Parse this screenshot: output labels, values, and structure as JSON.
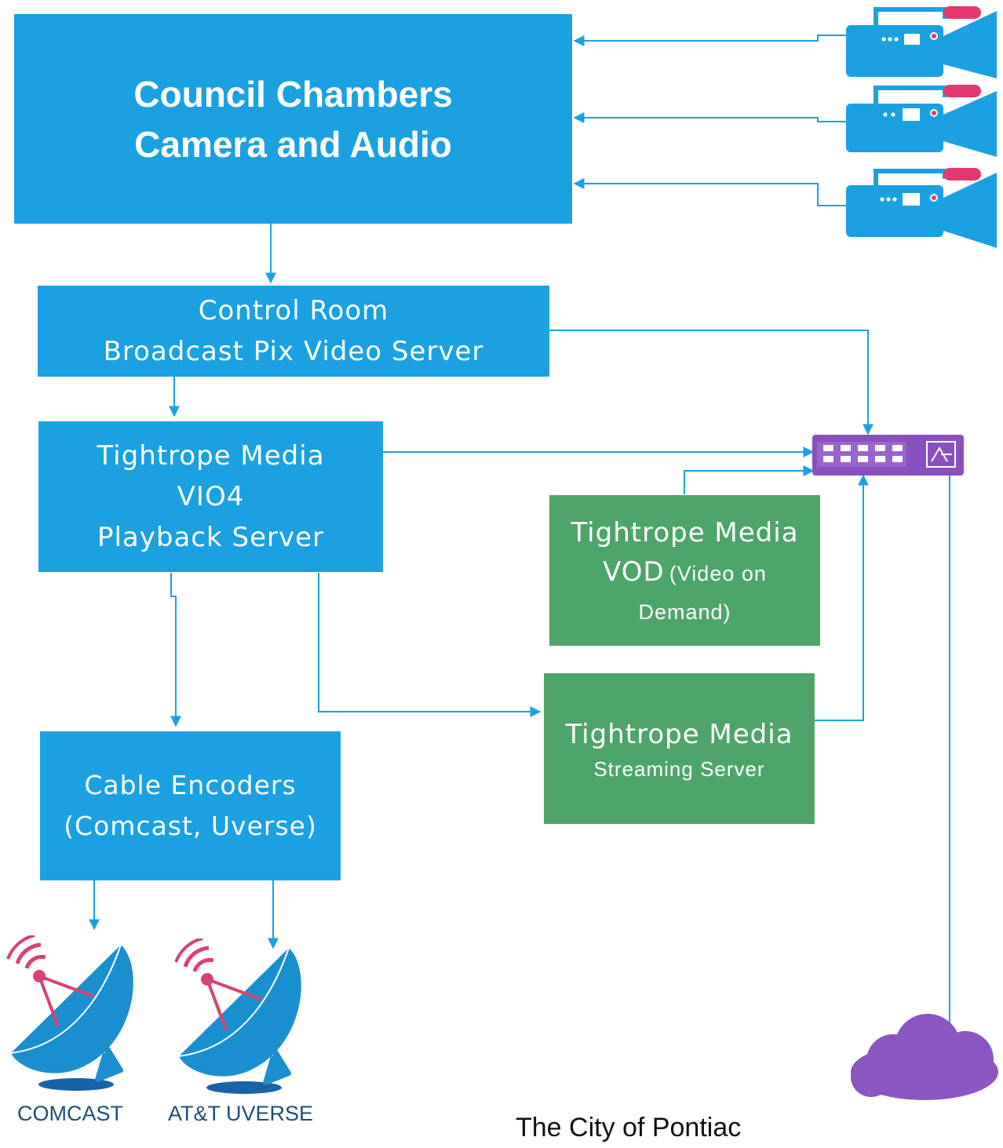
{
  "nodes": {
    "council": {
      "lines": [
        "Council Chambers",
        "Camera and Audio"
      ]
    },
    "control_room": {
      "lines": [
        "Control Room",
        "Broadcast Pix Video Server"
      ]
    },
    "vio4": {
      "lines": [
        "Tightrope Media",
        "VIO4",
        "Playback Server"
      ]
    },
    "vod": {
      "line1": "Tightrope Media",
      "line2_main": "VOD",
      "line2_small": "(Video on",
      "line3": "Demand)"
    },
    "streaming": {
      "line1": "Tightrope Media",
      "line2": "Streaming Server"
    },
    "encoders": {
      "lines": [
        "Cable Encoders",
        "(Comcast, Uverse)"
      ]
    }
  },
  "labels": {
    "comcast": "COMCAST",
    "uverse": "AT&T UVERSE",
    "city": "The City of Pontiac"
  },
  "icons": {
    "camera_count": 3,
    "camera": "video-camera-icon",
    "switch": "network-switch-icon",
    "cloud": "internet-cloud-icon",
    "dish": "satellite-dish-icon"
  },
  "colors": {
    "blue_box": "#1ba1e2",
    "green_box": "#4ea56a",
    "connector": "#1ba1e2",
    "camera_body": "#1ba1e2",
    "camera_accent": "#e3386f",
    "switch": "#8a4fbf",
    "cloud": "#8b55c2",
    "dish": "#1a8fd0",
    "signal": "#d9426e"
  }
}
